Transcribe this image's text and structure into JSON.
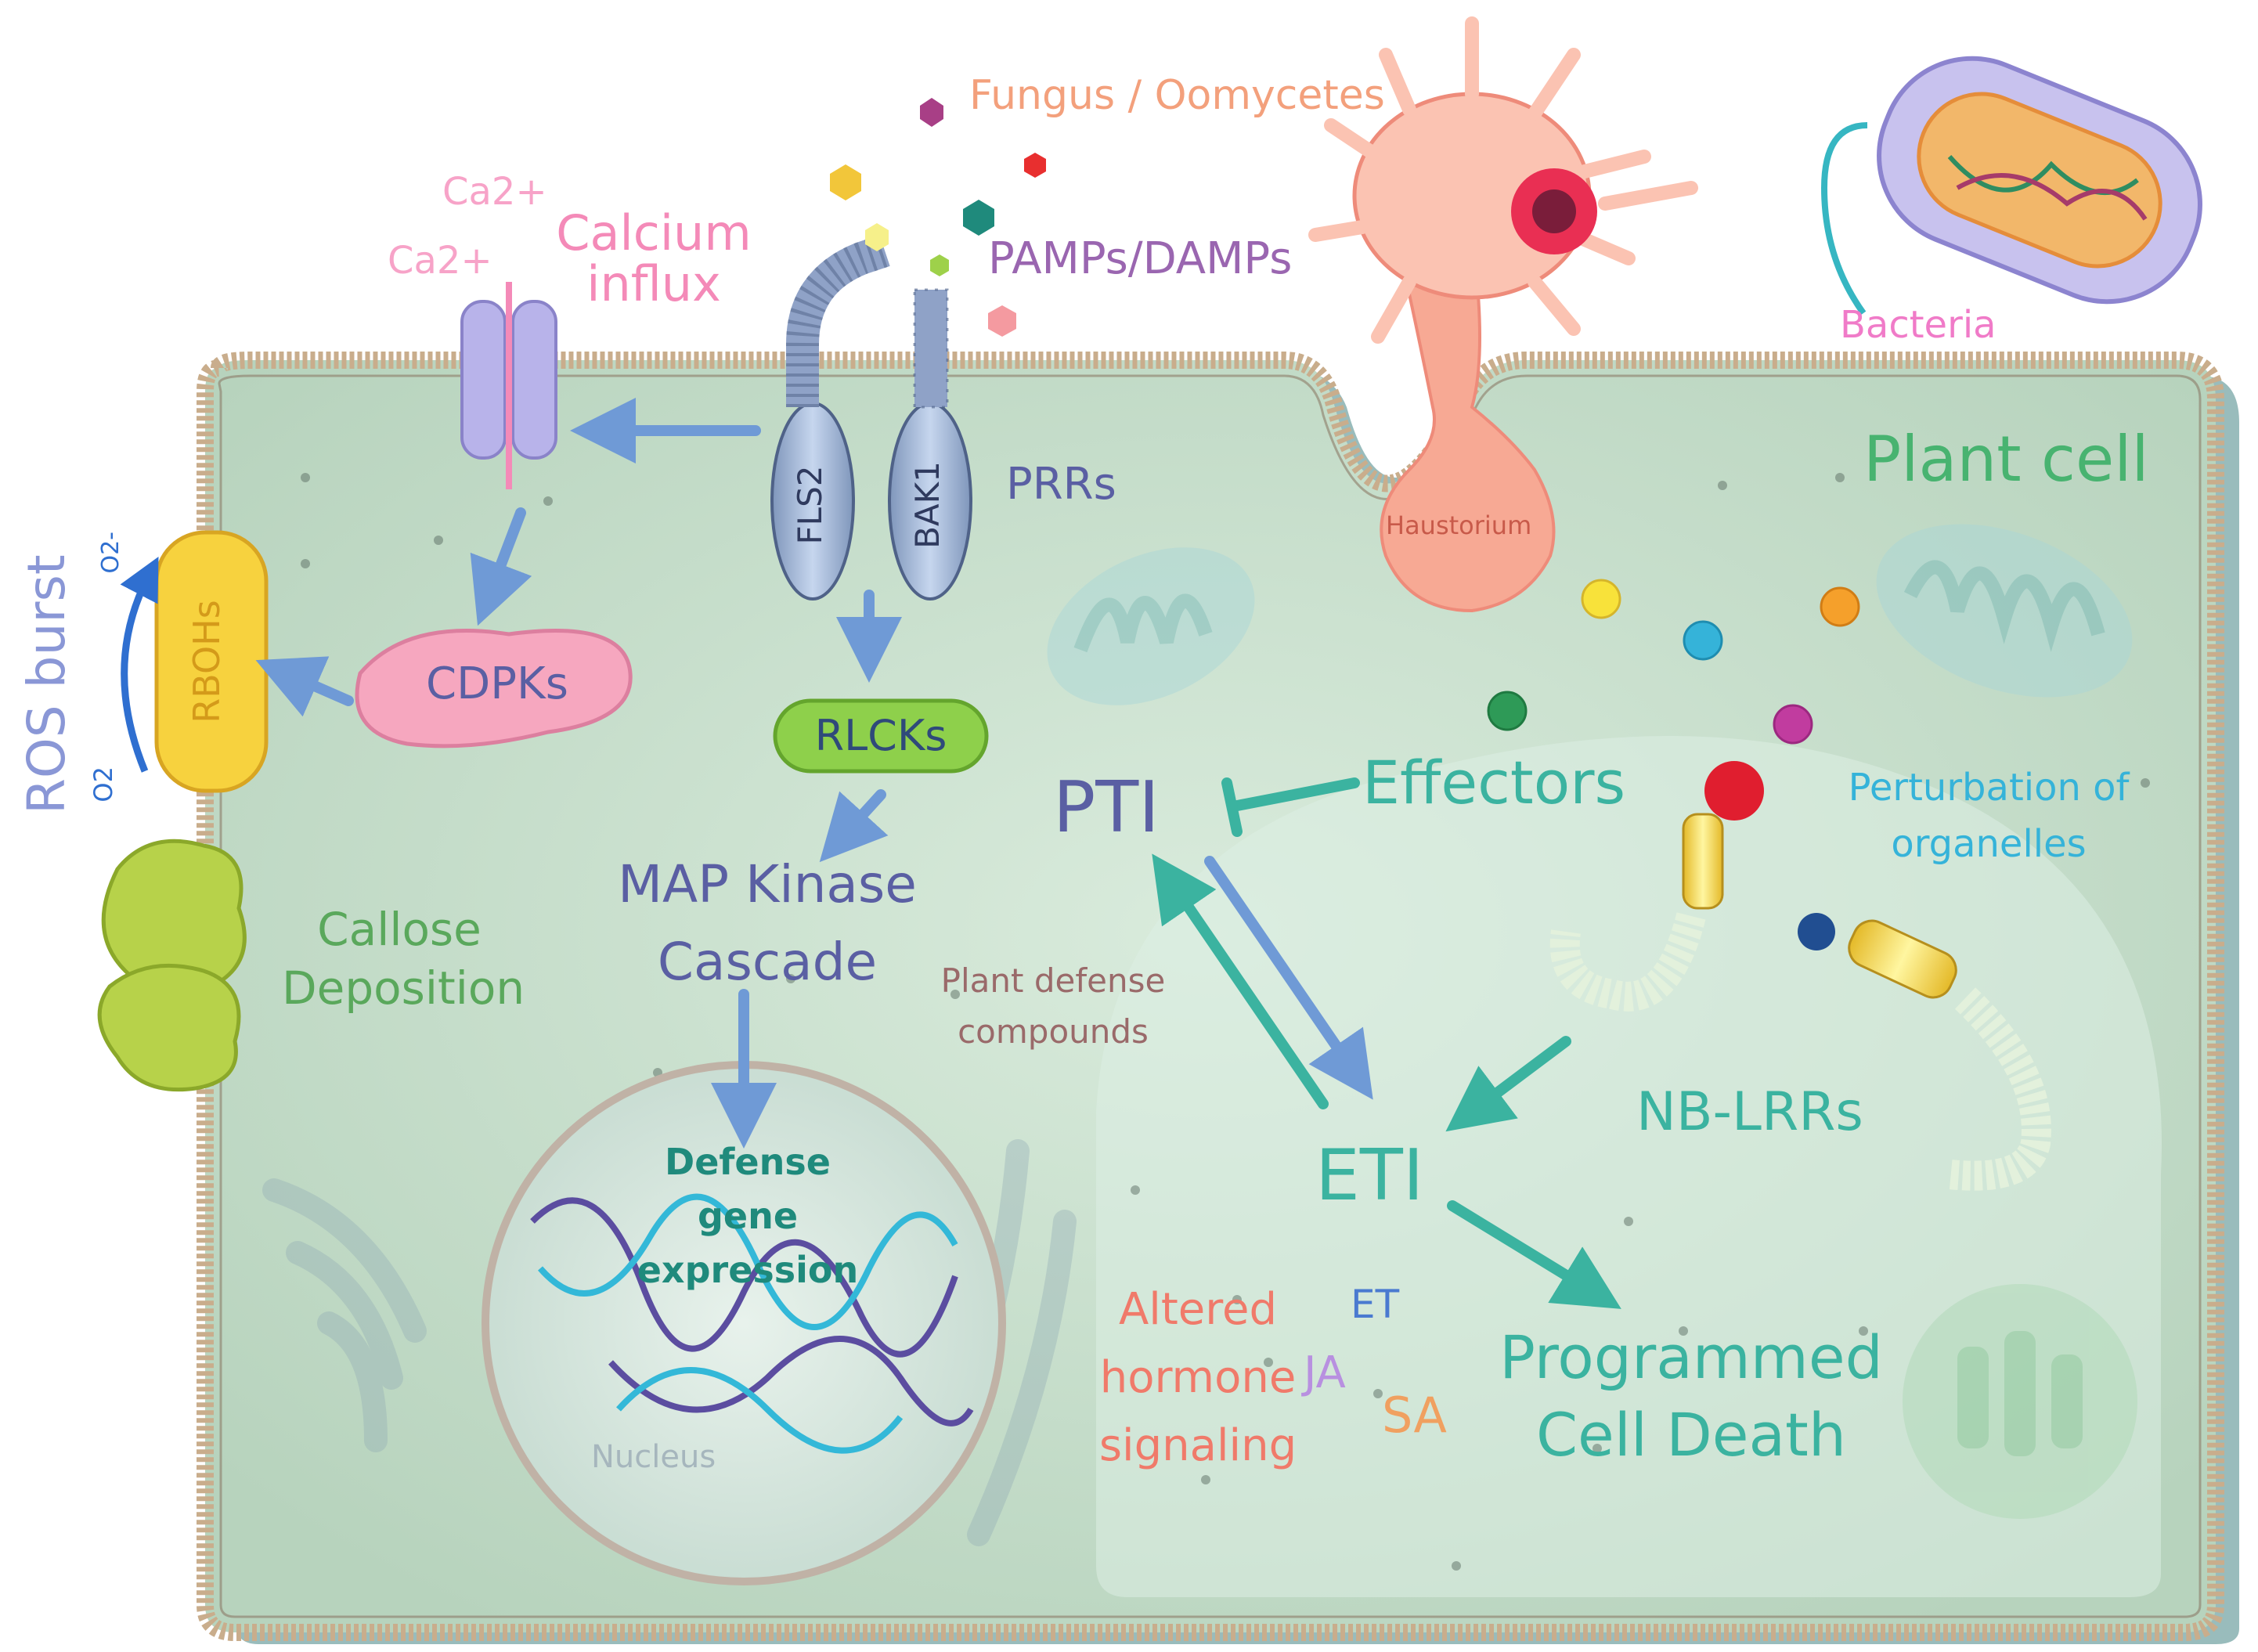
{
  "labels": {
    "fungus": "Fungus / Oomycetes",
    "pamps": "PAMPs/DAMPs",
    "bacteria": "Bacteria",
    "ca1": "Ca2+",
    "ca2": "Ca2+",
    "calcium_influx": "Calcium influx",
    "ros_burst": "ROS burst",
    "o2": "O2",
    "o2_minus": "O2-",
    "rbohs": "RBOHs",
    "cdpks": "CDPKs",
    "fls2": "FLS2",
    "bak1": "BAK1",
    "prrs": "PRRs",
    "rlcks": "RLCKs",
    "map_kinase": "MAP Kinase Cascade",
    "callose": "Callose Deposition",
    "defense_gene": "Defense gene expression",
    "nucleus": "Nucleus",
    "haustorium": "Haustorium",
    "plant_cell": "Plant cell",
    "effectors": "Effectors",
    "pti": "PTI",
    "eti": "ETI",
    "perturbation": "Perturbation of organelles",
    "plant_defense": "Plant defense compounds",
    "nb_lrrs": "NB-LRRs",
    "altered_hormone": "Altered hormone signaling",
    "et": "ET",
    "ja": "JA",
    "sa": "SA",
    "pcd": "Programmed Cell Death"
  },
  "colors": {
    "cell_fill": "#c6ddcc",
    "membrane": "#c9ad8c",
    "arrow_blue": "#6f9ad6",
    "arrow_teal": "#3bb3a0",
    "pink": "#f48ab8",
    "violet": "#5a5fa3",
    "green": "#5aa85c",
    "salmon": "#f3a07c"
  }
}
